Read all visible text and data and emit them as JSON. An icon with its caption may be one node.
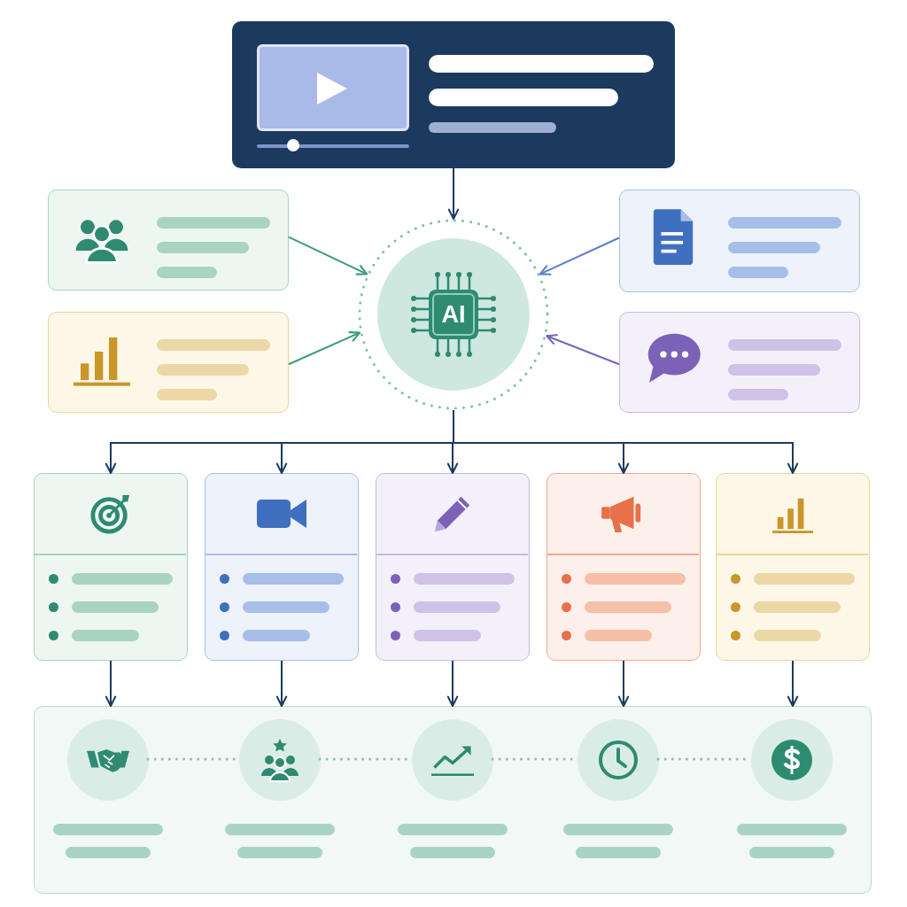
{
  "diagram": {
    "nodes": [
      {
        "text": [],
        "shape": "box"
      },
      {
        "text": [],
        "shape": "box"
      },
      {
        "text": [],
        "shape": "box"
      },
      {
        "text": [],
        "shape": "box"
      },
      {
        "text": [],
        "shape": "box"
      },
      {
        "text": [
          "AI"
        ]
      },
      {
        "text": [],
        "shape": "box"
      },
      {
        "text": [],
        "shape": "box"
      },
      {
        "text": [],
        "shape": "box"
      },
      {
        "text": [],
        "shape": "box"
      },
      {
        "text": [],
        "shape": "box"
      },
      {
        "text": [],
        "shape": "box"
      },
      {
        "text": [],
        "shape": "circle",
        "in": 11
      },
      {
        "text": [],
        "shape": "circle",
        "in": 11
      },
      {
        "text": [],
        "shape": "circle",
        "in": 11
      },
      {
        "text": [],
        "shape": "circle",
        "in": 11
      },
      {
        "text": [],
        "shape": "circle",
        "in": 11
      }
    ],
    "edges": [
      {
        "from": 0,
        "to": 5,
        "arrow": "to"
      },
      {
        "from": 1,
        "to": 5,
        "arrow": "to",
        "color": "#3a9a84"
      },
      {
        "from": 2,
        "to": 5,
        "arrow": "to",
        "color": "#3a9a84"
      },
      {
        "from": 3,
        "to": 5,
        "arrow": "to",
        "color": "#5b7fc9"
      },
      {
        "from": 4,
        "to": 5,
        "arrow": "to",
        "color": "#7b62b8"
      },
      {
        "from": 5,
        "to": 6,
        "arrow": "to"
      },
      {
        "from": 5,
        "to": 7,
        "arrow": "to"
      },
      {
        "from": 5,
        "to": 8,
        "arrow": "to"
      },
      {
        "from": 5,
        "to": 9,
        "arrow": "to"
      },
      {
        "from": 5,
        "to": 10,
        "arrow": "to"
      },
      {
        "from": 6,
        "to": 11,
        "arrow": "to"
      },
      {
        "from": 7,
        "to": 11,
        "arrow": "to"
      },
      {
        "from": 8,
        "to": 11,
        "arrow": "to"
      },
      {
        "from": 9,
        "to": 11,
        "arrow": "to"
      },
      {
        "from": 10,
        "to": 11,
        "arrow": "to"
      },
      {
        "from": 12,
        "to": 13,
        "arrow": "none",
        "style": "dashed",
        "color": "#8fbfb0"
      },
      {
        "from": 13,
        "to": 14,
        "arrow": "none",
        "style": "dashed",
        "color": "#8fbfb0"
      },
      {
        "from": 14,
        "to": 15,
        "arrow": "none",
        "style": "dashed",
        "color": "#8fbfb0"
      },
      {
        "from": 15,
        "to": 16,
        "arrow": "none",
        "style": "dashed",
        "color": "#8fbfb0"
      }
    ]
  }
}
